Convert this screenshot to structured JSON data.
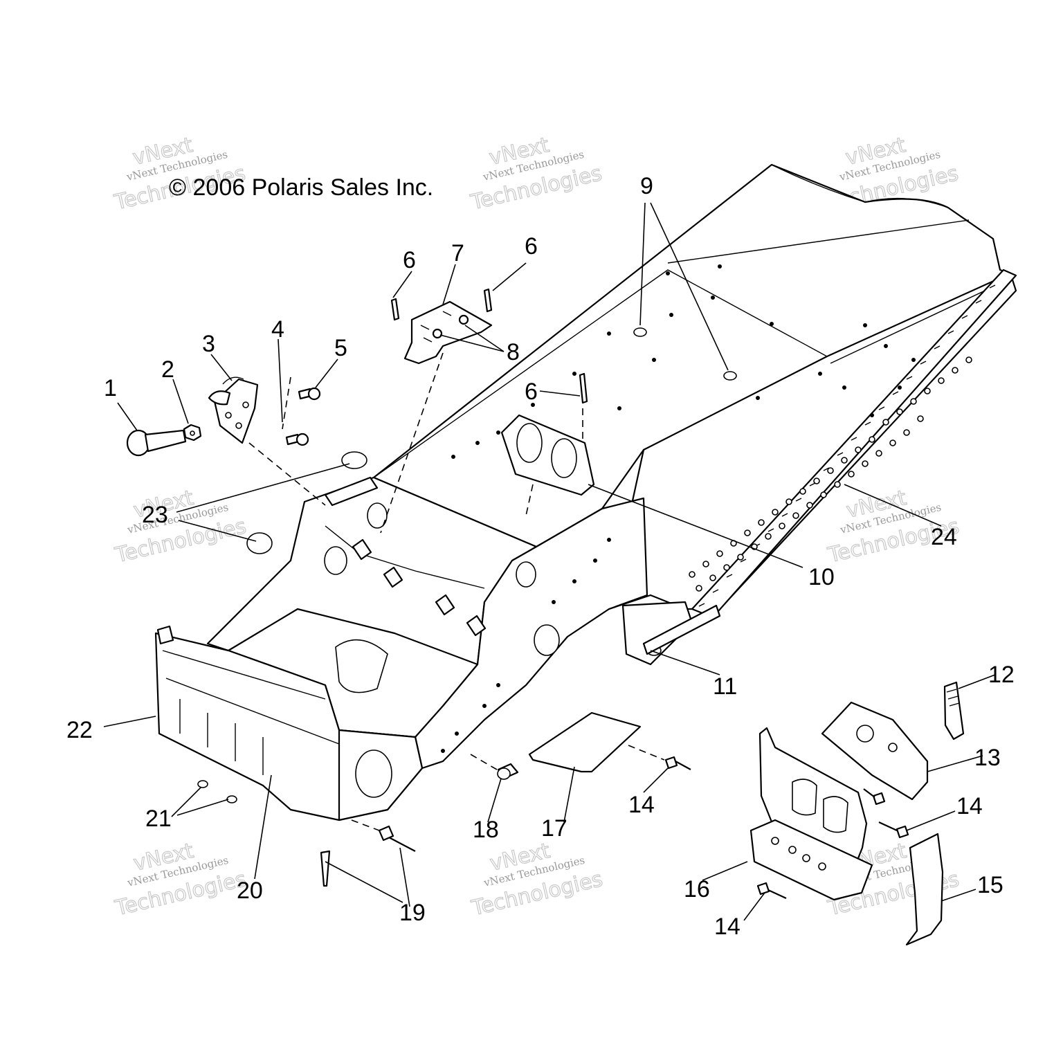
{
  "copyright": "© 2006 Polaris Sales Inc.",
  "watermark": {
    "line1": "vNext Technologies",
    "line2": "vNext",
    "line3": "Technologies"
  },
  "callouts": [
    {
      "id": "c1",
      "text": "1"
    },
    {
      "id": "c2",
      "text": "2"
    },
    {
      "id": "c3",
      "text": "3"
    },
    {
      "id": "c4",
      "text": "4"
    },
    {
      "id": "c5",
      "text": "5"
    },
    {
      "id": "c6a",
      "text": "6"
    },
    {
      "id": "c7",
      "text": "7"
    },
    {
      "id": "c6b",
      "text": "6"
    },
    {
      "id": "c8",
      "text": "8"
    },
    {
      "id": "c9",
      "text": "9"
    },
    {
      "id": "c6c",
      "text": "6"
    },
    {
      "id": "c10",
      "text": "10"
    },
    {
      "id": "c11",
      "text": "11"
    },
    {
      "id": "c12",
      "text": "12"
    },
    {
      "id": "c13",
      "text": "13"
    },
    {
      "id": "c14a",
      "text": "14"
    },
    {
      "id": "c14b",
      "text": "14"
    },
    {
      "id": "c14c",
      "text": "14"
    },
    {
      "id": "c15",
      "text": "15"
    },
    {
      "id": "c16",
      "text": "16"
    },
    {
      "id": "c17",
      "text": "17"
    },
    {
      "id": "c18",
      "text": "18"
    },
    {
      "id": "c19",
      "text": "19"
    },
    {
      "id": "c20",
      "text": "20"
    },
    {
      "id": "c21",
      "text": "21"
    },
    {
      "id": "c22",
      "text": "22"
    },
    {
      "id": "c23",
      "text": "23"
    },
    {
      "id": "c24",
      "text": "24"
    }
  ]
}
